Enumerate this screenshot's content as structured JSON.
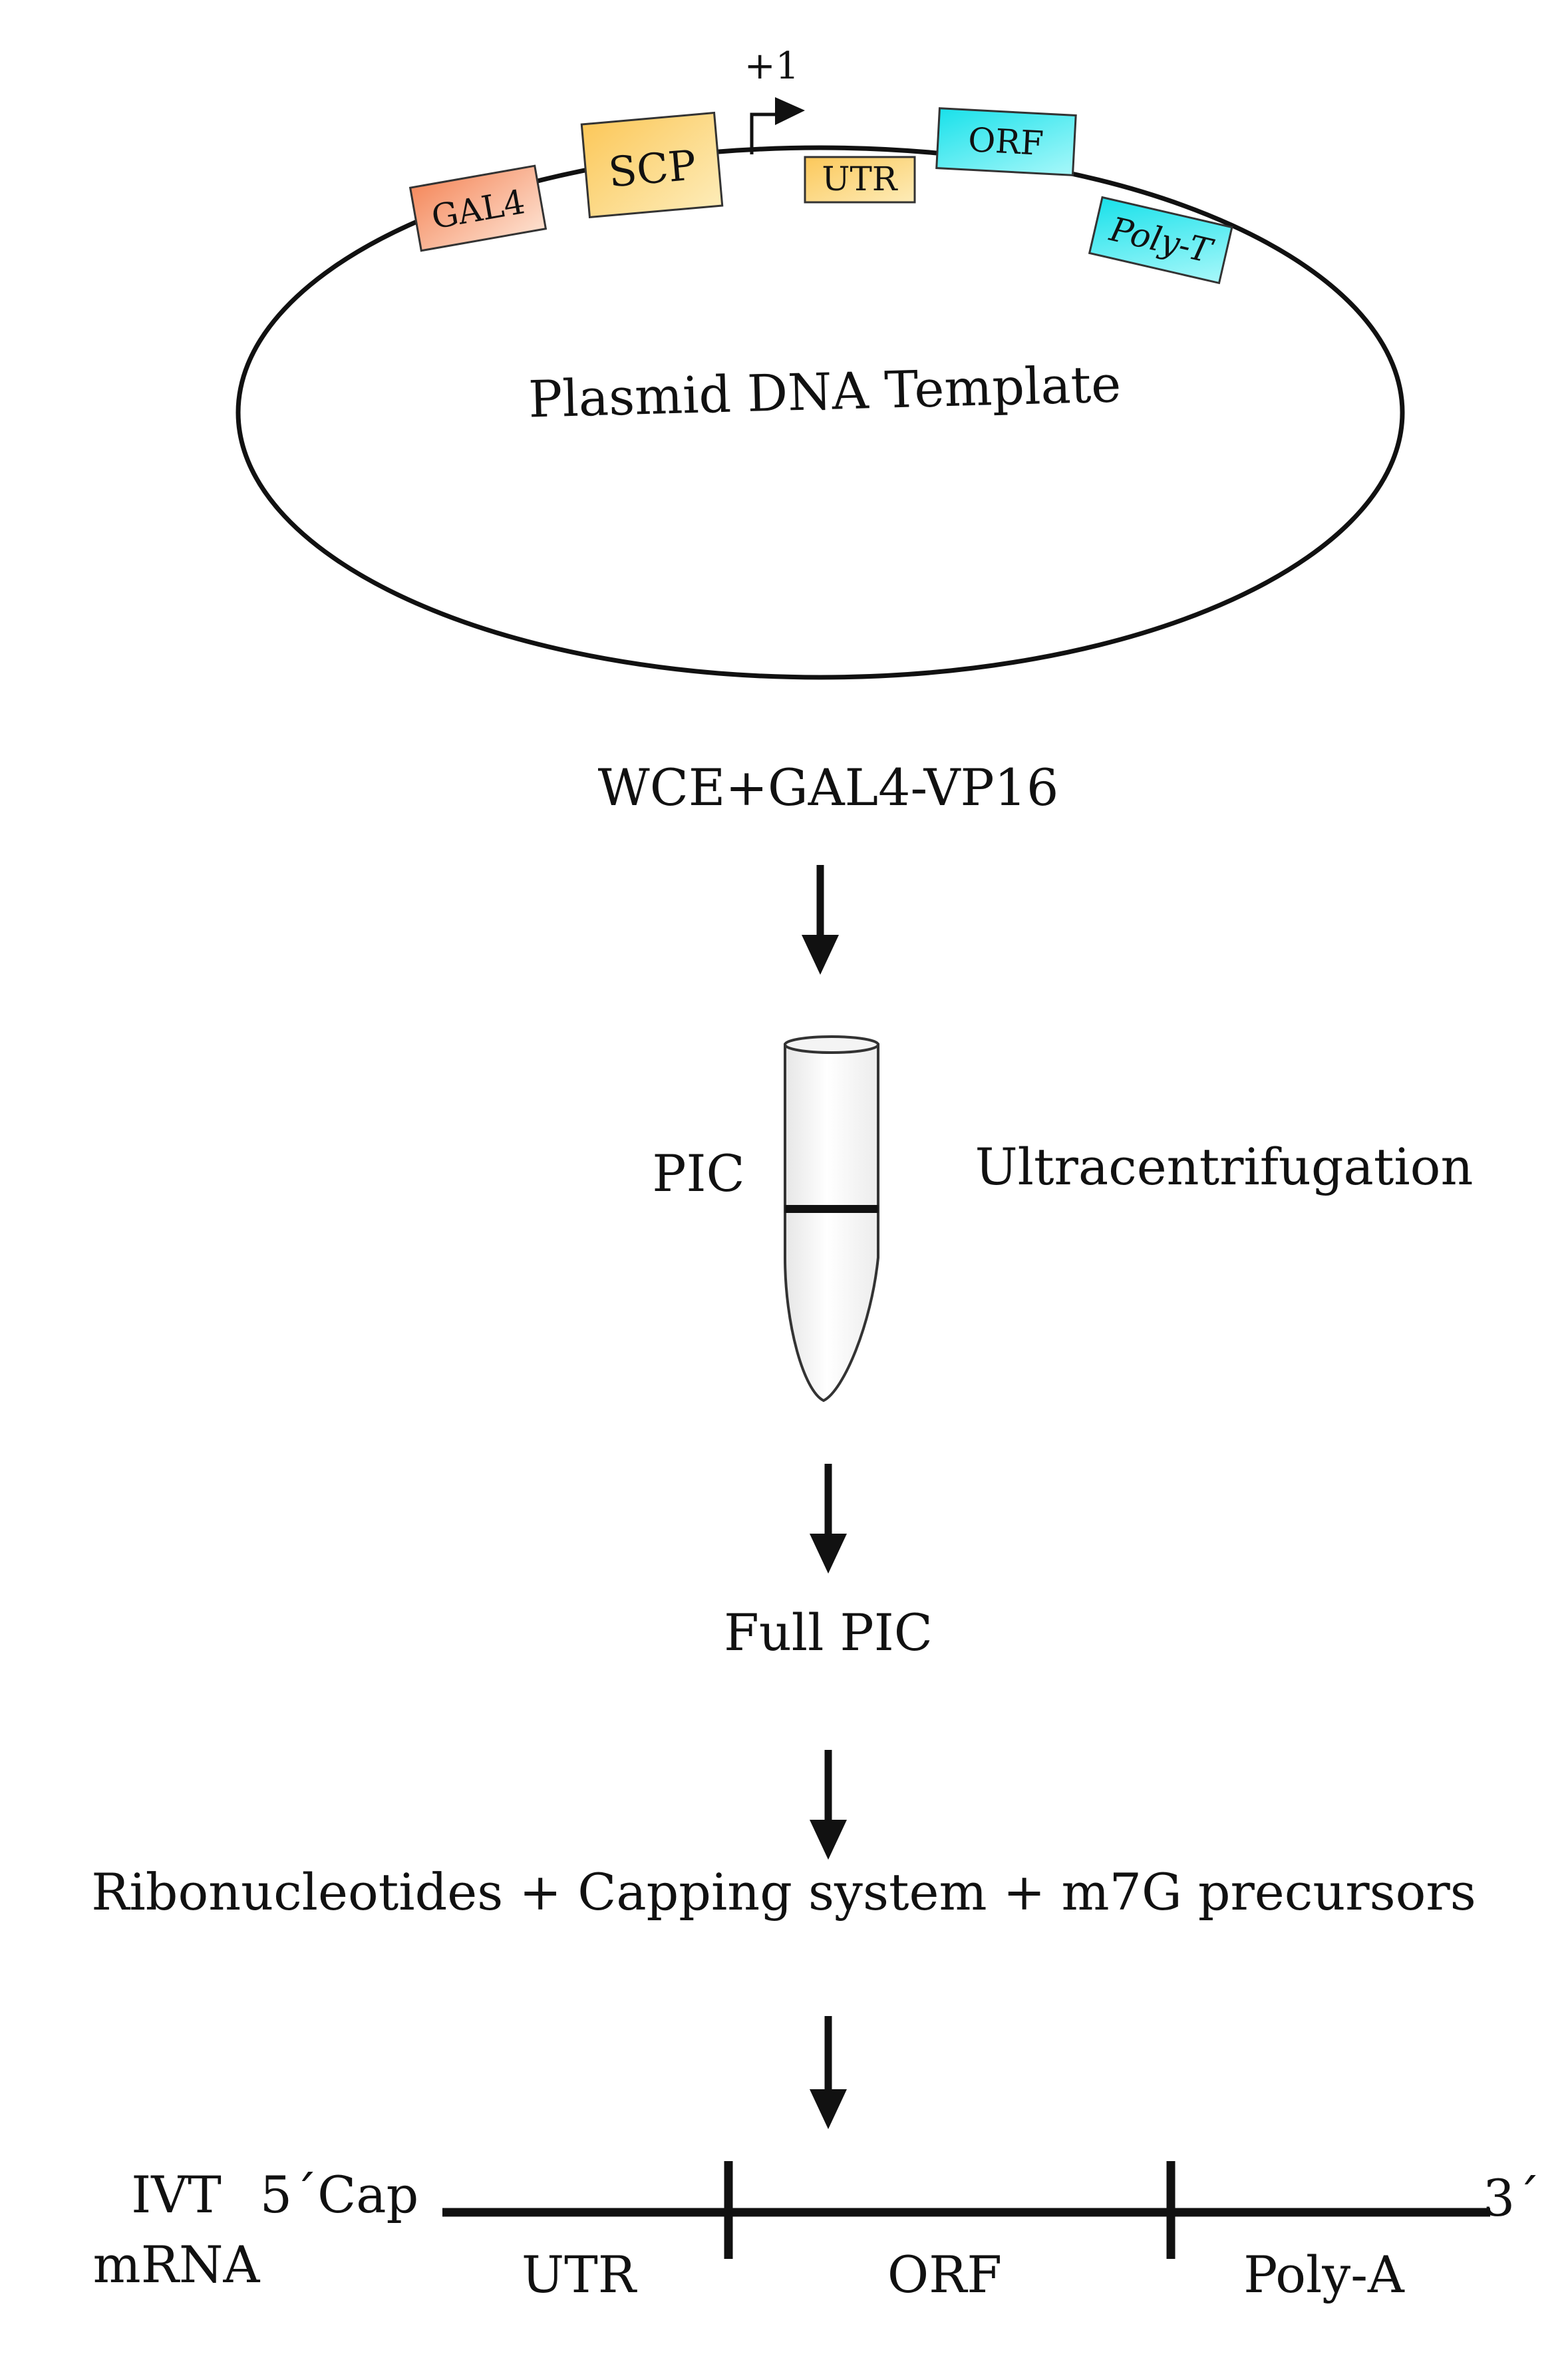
{
  "plasmid": {
    "label": "Plasmid DNA Template",
    "tss_label": "+1",
    "elements": [
      {
        "key": "gal4",
        "label": "GAL4",
        "color": "#f9a57c"
      },
      {
        "key": "scp",
        "label": "SCP",
        "color": "#fcd67a"
      },
      {
        "key": "utr",
        "label": "UTR",
        "color": "#fcd67a"
      },
      {
        "key": "orf",
        "label": "ORF",
        "color": "#3cecf0"
      },
      {
        "key": "polyt",
        "label": "Poly-T",
        "color": "#3cecf0"
      }
    ]
  },
  "steps": {
    "wce": "WCE+GAL4-VP16",
    "pic": "PIC",
    "ultracentrifugation": "Ultracentrifugation",
    "full_pic": "Full PIC",
    "reagents": "Ribonucleotides + Capping system + m7G precursors"
  },
  "mrna": {
    "ivt": "IVT",
    "mrna": "mRNA",
    "cap": "5´Cap",
    "three_prime": "3´",
    "segments": [
      "UTR",
      "ORF",
      "Poly-A"
    ]
  }
}
